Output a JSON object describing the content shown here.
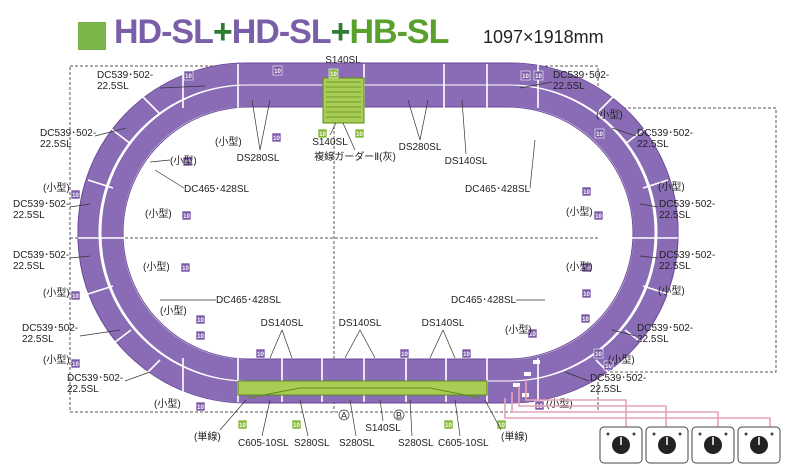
{
  "header": {
    "title_part1": "HD-SL",
    "plus1": "+",
    "title_part2": "HD-SL",
    "plus2": "+",
    "title_part3": "HB-SL",
    "dimensions": "1097×1918mm"
  },
  "colors": {
    "track": "#8a6bb5",
    "track_dark": "#6a4a98",
    "gap": "#ffffff",
    "green_track": "#a9cc55",
    "green_dark": "#5a8a1e",
    "badge_purple": "#7c5aa8",
    "badge_green": "#86b83a",
    "leader": "#333333",
    "wire": "#e6a2b8",
    "dash": "#555555"
  },
  "badge_value": "10",
  "labels": {
    "s140_top": "S140SL",
    "ds280_top_left": "DS280SL",
    "small_top_left": "(小型)",
    "s140_top_center": "S140SL",
    "girder": "複線ガーダーⅡ(灰)",
    "ds280_top_right": "DS280SL",
    "ds140_top_right": "DS140SL",
    "dc539_top_left": "DC539･502-\n22.5SL",
    "dc539_left_upper": "DC539･502-\n22.5SL",
    "small_left_inner_1": "(小型)",
    "dc465_top_left": "DC465･428SL",
    "small_left_1": "(小型)",
    "dc539_left_mid": "DC539･502-\n22.5SL",
    "small_left_inner_2": "(小型)",
    "dc539_left_low": "DC539･502-\n22.5SL",
    "small_left_2": "(小型)",
    "dc465_bottom_left": "DC465･428SL",
    "small_left_inner_3": "(小型)",
    "dc539_bottom_left": "DC539･502-\n22.5SL",
    "small_left_3": "(小型)",
    "dc539_bottom_left2": "DC539･502-\n22.5SL",
    "small_left_4": "(小型)",
    "dc539_top_right": "DC539･502-\n22.5SL",
    "small_top_right": "(小型)",
    "dc539_right_upper": "DC539･502-\n22.5SL",
    "dc465_top_right": "DC465･428SL",
    "small_right_1": "(小型)",
    "dc539_right_mid": "DC539･502-\n22.5SL",
    "small_right_inner_1": "(小型)",
    "dc539_right_mid2": "DC539･502-\n22.5SL",
    "small_right_inner_2": "(小型)",
    "small_right_2": "(小型)",
    "dc465_bottom_right": "DC465･428SL",
    "dc539_bottom_right": "DC539･502-\n22.5SL",
    "small_right_3": "(小型)",
    "small_right_inner_3": "(小型)",
    "dc539_bottom_right2": "DC539･502-\n22.5SL",
    "small_bottom_right": "(小型)",
    "ds140_bottom_1": "DS140SL",
    "ds140_bottom_2": "DS140SL",
    "ds140_bottom_3": "DS140SL",
    "single_left": "(単線)",
    "c605_left": "C605-10SL",
    "s280_1": "S280SL",
    "s280_2": "S280SL",
    "s140_bottom": "S140SL",
    "s280_3": "S280SL",
    "c605_right": "C605-10SL",
    "single_right": "(単線)",
    "mark_a": "A",
    "mark_b": "B"
  },
  "controllers_count": 4
}
